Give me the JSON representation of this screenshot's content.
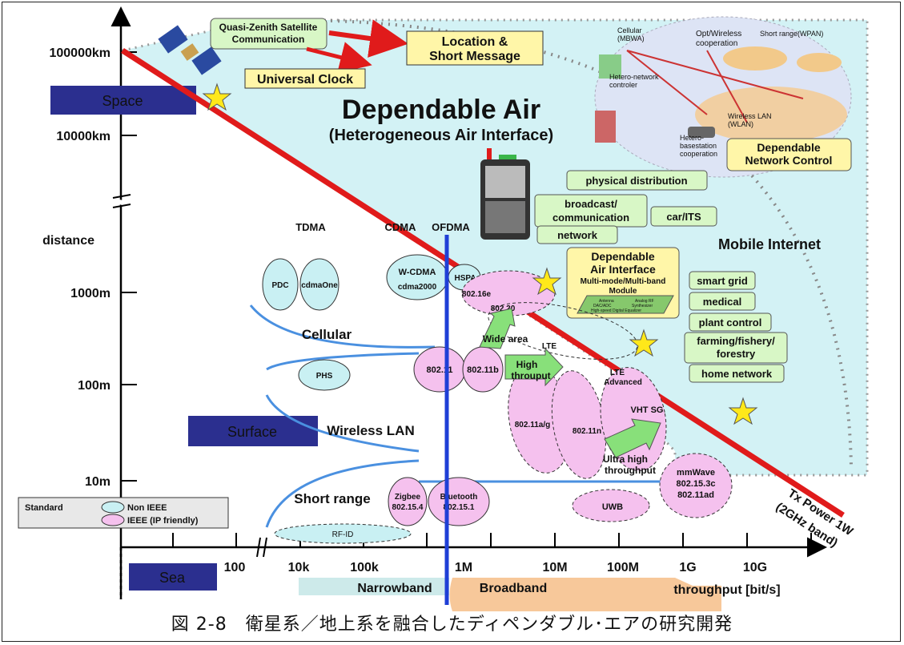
{
  "title": {
    "main": "Dependable Air",
    "sub": "(Heterogeneous Air Interface)"
  },
  "y_axis": {
    "label": "distance",
    "ticks": [
      "100000km",
      "10000km",
      "1000m",
      "100m",
      "10m"
    ]
  },
  "x_axis": {
    "label": "throughput [bit/s]",
    "ticks": [
      "100",
      "10k",
      "100k",
      "1M",
      "10M",
      "100M",
      "1G",
      "10G"
    ]
  },
  "regions": {
    "space": "Space",
    "surface": "Surface",
    "sea": "Sea"
  },
  "bands": {
    "narrowband": "Narrowband",
    "broadband": "Broadband"
  },
  "access_schemes": [
    "TDMA",
    "CDMA",
    "OFDMA"
  ],
  "satellite": {
    "qzss_line1": "Quasi-Zenith Satellite",
    "qzss_line2": "Communication",
    "location_line1": "Location &",
    "location_line2": "Short Message",
    "clock": "Universal Clock"
  },
  "network_inset": {
    "cellular_line1": "Cellular",
    "cellular_line2": "(MBWA)",
    "opt_line1": "Opt/Wireless",
    "opt_line2": "cooperation",
    "short_range": "Short range(WPAN)",
    "hetero_ctrl_line1": "Hetero-network",
    "hetero_ctrl_line2": "controler",
    "wlan_line1": "Wireless LAN",
    "wlan_line2": "(WLAN)",
    "bs_line1": "Hetero-",
    "bs_line2": "basestation",
    "bs_line3": "cooperation"
  },
  "dependable_network_control": {
    "line1": "Dependable",
    "line2": "Network Control"
  },
  "mobile_internet": "Mobile Internet",
  "applications_upper": {
    "physical": "physical distribution",
    "broadcast_line1": "broadcast/",
    "broadcast_line2": "communication",
    "car": "car/ITS",
    "network": "network"
  },
  "applications_right": {
    "smart_grid": "smart grid",
    "medical": "medical",
    "plant": "plant control",
    "farming_line1": "farming/fishery/",
    "farming_line2": "forestry",
    "home": "home network"
  },
  "dai_module": {
    "title_line1": "Dependable",
    "title_line2": "Air Interface",
    "sub_line1": "Multi-mode/Multi-band",
    "sub_line2": "Module",
    "chip1": "Antenna",
    "chip2": "Analog RF",
    "chip3": "DAC/ADC",
    "chip4": "Synthesizer",
    "chip5": "High-speed Digital Equalizer"
  },
  "categories": {
    "cellular": "Cellular",
    "wireless_lan": "Wireless LAN",
    "short_range": "Short range"
  },
  "systems": {
    "pdc": "PDC",
    "cdmaone": "cdmaOne",
    "phs": "PHS",
    "wcdma": "W-CDMA",
    "cdma2000": "cdma2000",
    "hspa": "HSPA",
    "ieee80216e": "802.16e",
    "ieee80220": "802.20",
    "lte": "LTE",
    "ieee80211": "802.11",
    "ieee80211b": "802.11b",
    "ieee80211ag": "802.11a/g",
    "ieee80211n": "802.11n",
    "lte_adv_line1": "LTE",
    "lte_adv_line2": "Advanced",
    "vht": "VHT SG",
    "zigbee_line1": "Zigbee",
    "zigbee_line2": "802.15.4",
    "bt_line1": "Bluetooth",
    "bt_line2": "802.15.1",
    "uwb": "UWB",
    "mmwave_line1": "mmWave",
    "mmwave_line2": "802.15.3c",
    "mmwave_line3": "802.11ad",
    "rfid": "RF-ID"
  },
  "arrows": {
    "wide_area": "Wide area",
    "high_line1": "High",
    "high_line2": "throuput",
    "ultra_line1": "Ultra high",
    "ultra_line2": "throughput"
  },
  "legend": {
    "title": "Standard",
    "non_ieee": "Non IEEE",
    "ieee": "IEEE (IP friendly)"
  },
  "tx_power": {
    "line1": "Tx Power 1W",
    "line2": "(2GHz band)"
  },
  "caption": "図 2-8　衛星系／地上系を融合したディペンダブル･エアの研究開発",
  "colors": {
    "red": "#e01b1b",
    "blue_line": "#1f3fd6",
    "navy_box": "#2b2f8f",
    "sky": "#d3f2f5",
    "pink": "#f5c1ee",
    "light_cyan": "#c9f0f3",
    "green_box": "#d8f7c6",
    "yellow_box": "#fff6a8",
    "peach": "#f7c89a"
  }
}
